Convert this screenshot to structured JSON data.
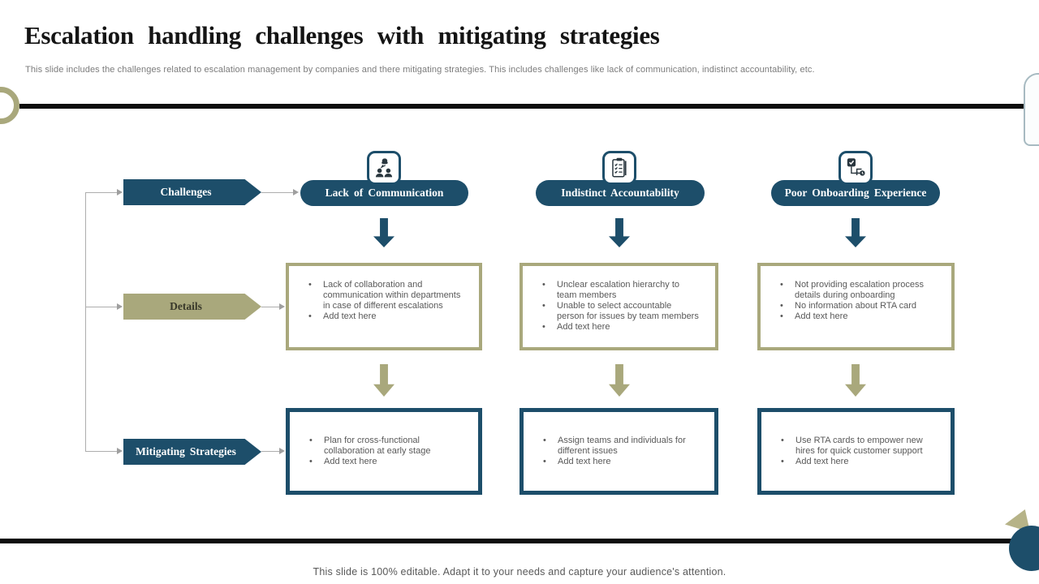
{
  "slide": {
    "title": "Escalation handling challenges with mitigating strategies",
    "subtitle": "This slide includes the challenges related to escalation management by companies and there mitigating strategies. This includes challenges like lack of communication, indistinct accountability, etc.",
    "footer": "This slide is 100% editable. Adapt it to your needs and capture your audience's attention."
  },
  "row_labels": {
    "challenges": "Challenges",
    "details": "Details",
    "strategies": "Mitigating Strategies"
  },
  "columns": [
    {
      "icon": "communication-people-icon",
      "title": "Lack of Communication",
      "details": [
        "Lack of collaboration and communication  within departments in case of different escalations",
        "Add text here"
      ],
      "strategies": [
        "Plan  for cross-functional collaboration at early stage",
        "Add text here"
      ]
    },
    {
      "icon": "checklist-clipboard-icon",
      "title": "Indistinct Accountability",
      "details": [
        "Unclear escalation hierarchy to team members",
        "Unable to select accountable person for issues by team members",
        "Add text here"
      ],
      "strategies": [
        "Assign teams and individuals for different issues",
        "Add text here"
      ]
    },
    {
      "icon": "onboarding-workflow-icon",
      "title": "Poor Onboarding Experience",
      "details": [
        "Not providing escalation process details during onboarding",
        "No information about RTA card",
        "Add text here"
      ],
      "strategies": [
        "Use RTA cards to empower new hires for quick customer support",
        "Add text here"
      ]
    }
  ],
  "colors": {
    "primary_blue": "#1d4e6a",
    "olive": "#a9a87c",
    "body_text": "#595959",
    "connector_gray": "#a6a6a6",
    "accent_line_black": "#0d0d0d"
  }
}
